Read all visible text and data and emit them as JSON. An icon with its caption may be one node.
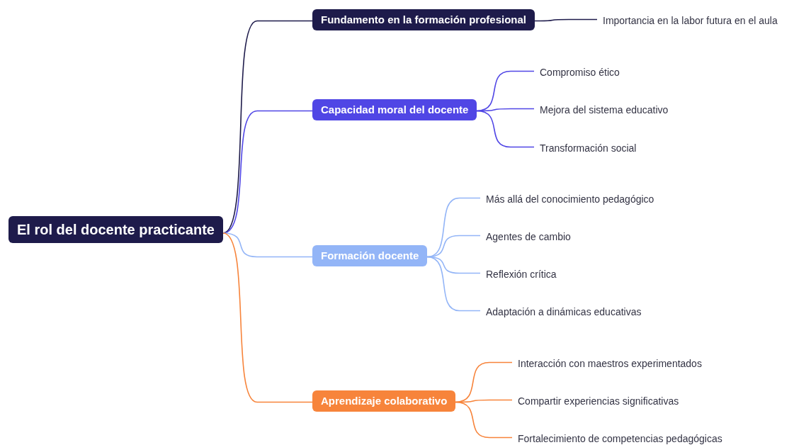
{
  "diagram": {
    "nodes": [
      {
        "text": [
          "El rol del docente practicante"
        ]
      },
      {
        "text": [
          "Fundamento en la formación profesional"
        ]
      },
      {
        "text": [
          "Importancia en la labor futura en el aula"
        ]
      },
      {
        "text": [
          "Capacidad moral del docente"
        ]
      },
      {
        "text": [
          "Compromiso ético"
        ]
      },
      {
        "text": [
          "Mejora del sistema educativo"
        ]
      },
      {
        "text": [
          "Transformación social"
        ]
      },
      {
        "text": [
          "Formación docente"
        ]
      },
      {
        "text": [
          "Más allá del conocimiento pedagógico"
        ]
      },
      {
        "text": [
          "Agentes de cambio"
        ]
      },
      {
        "text": [
          "Reflexión crítica"
        ]
      },
      {
        "text": [
          "Adaptación a dinámicas educativas"
        ]
      },
      {
        "text": [
          "Aprendizaje colaborativo"
        ]
      },
      {
        "text": [
          "Interacción con maestros experimentados"
        ]
      },
      {
        "text": [
          "Compartir experiencias significativas"
        ]
      },
      {
        "text": [
          "Fortalecimiento de competencias pedagógicas"
        ]
      }
    ],
    "edges": [
      {
        "from": 0,
        "to": 1,
        "arrow": "none",
        "color": "#1e1b4b"
      },
      {
        "from": 1,
        "to": 2,
        "arrow": "none",
        "color": "#1e1b4b"
      },
      {
        "from": 0,
        "to": 3,
        "arrow": "none",
        "color": "#5046e5"
      },
      {
        "from": 3,
        "to": 4,
        "arrow": "none",
        "color": "#5046e5"
      },
      {
        "from": 3,
        "to": 5,
        "arrow": "none",
        "color": "#5046e5"
      },
      {
        "from": 3,
        "to": 6,
        "arrow": "none",
        "color": "#5046e5"
      },
      {
        "from": 0,
        "to": 7,
        "arrow": "none",
        "color": "#93b5f7"
      },
      {
        "from": 7,
        "to": 8,
        "arrow": "none",
        "color": "#93b5f7"
      },
      {
        "from": 7,
        "to": 9,
        "arrow": "none",
        "color": "#93b5f7"
      },
      {
        "from": 7,
        "to": 10,
        "arrow": "none",
        "color": "#93b5f7"
      },
      {
        "from": 7,
        "to": 11,
        "arrow": "none",
        "color": "#93b5f7"
      },
      {
        "from": 0,
        "to": 12,
        "arrow": "none",
        "color": "#f7843b"
      },
      {
        "from": 12,
        "to": 13,
        "arrow": "none",
        "color": "#f7843b"
      },
      {
        "from": 12,
        "to": 14,
        "arrow": "none",
        "color": "#f7843b"
      },
      {
        "from": 12,
        "to": 15,
        "arrow": "none",
        "color": "#f7843b"
      }
    ]
  }
}
